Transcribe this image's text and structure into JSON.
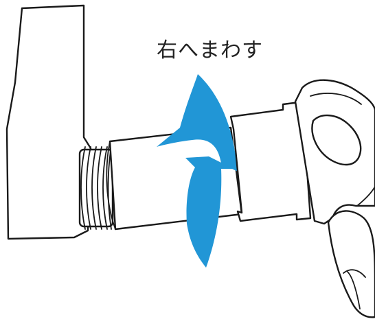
{
  "instruction": {
    "text": "右へまわす"
  },
  "colors": {
    "arrow": "#2196d6",
    "outline": "#1a1a1a",
    "background": "#ffffff"
  },
  "icons": {
    "rotation_arrow": "curved-arrow-clockwise",
    "hand": "hand-gripping"
  }
}
